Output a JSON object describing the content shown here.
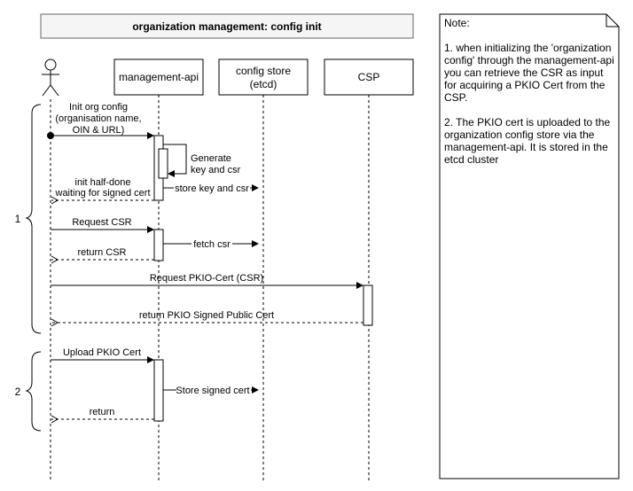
{
  "title": "organization management: config init",
  "participants": {
    "management_api": {
      "label": "management-api"
    },
    "config_store": {
      "line1": "config store",
      "line2": "(etcd)"
    },
    "csp": {
      "label": "CSP"
    }
  },
  "messages": {
    "init_org": [
      "Init org config",
      "(organisation name,",
      "OIN & URL)"
    ],
    "generate": [
      "Generate",
      "key and csr"
    ],
    "init_half": [
      "init half-done",
      "waiting for signed cert"
    ],
    "store_key": "store key and csr",
    "request_csr": "Request CSR",
    "fetch_csr": "fetch csr",
    "return_csr": "return CSR",
    "request_pkio": "Request PKIO-Cert (CSR)",
    "return_pkio": "return PKIO Signed Public Cert",
    "upload_pkio": "Upload PKIO Cert",
    "store_signed": "Store signed cert",
    "return": "return"
  },
  "groups": {
    "g1": "1",
    "g2": "2"
  },
  "note": {
    "heading": "Note:",
    "lines": [
      "1. when initializing the 'organization",
      "config' through the management-api",
      "you can retrieve the CSR as input",
      "for acquiring a PKIO Cert from the",
      "CSP.",
      "",
      "2. The PKIO cert is uploaded to the",
      "organization config store via the",
      "management-api. It is stored in the",
      "etcd cluster"
    ]
  }
}
